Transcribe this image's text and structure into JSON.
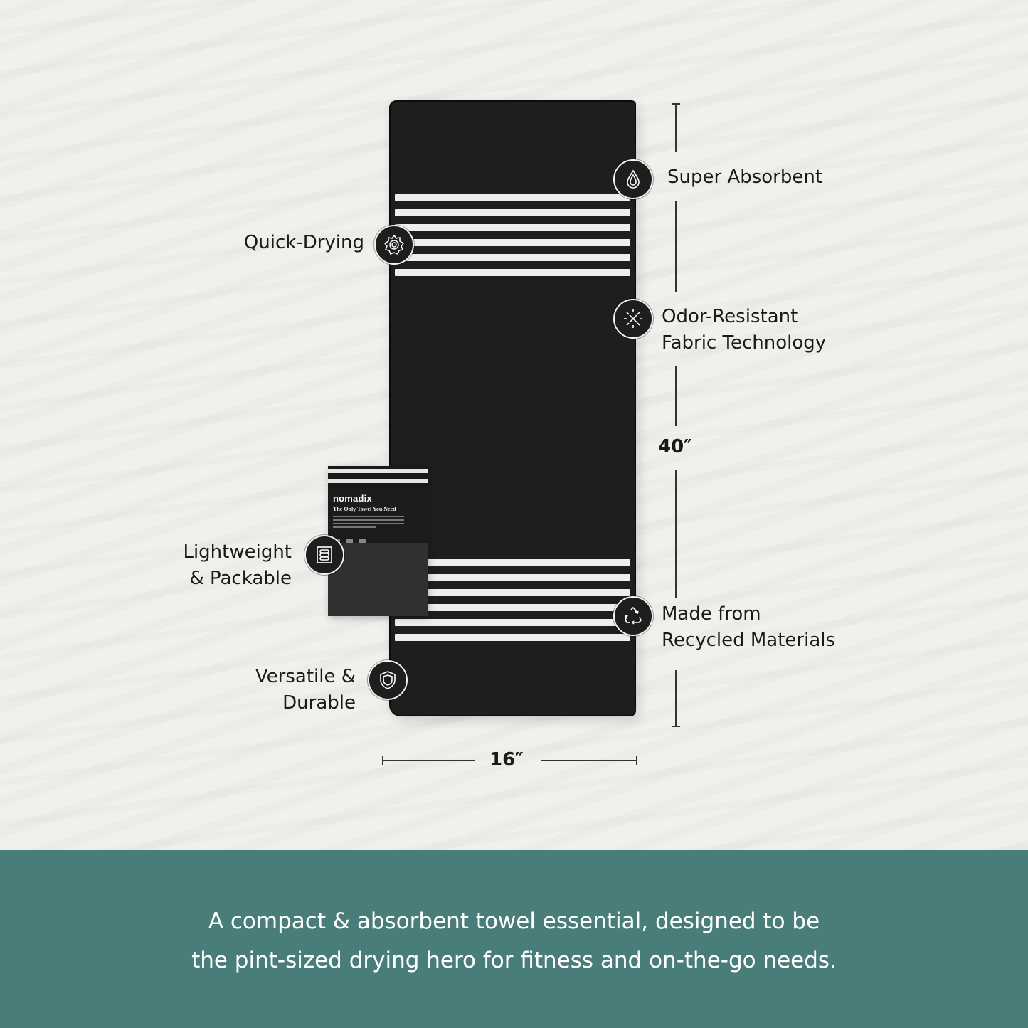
{
  "product": {
    "brand": "nomadix",
    "package_tagline": "The Only Towel You Need",
    "towel_color": "#1e1e1e",
    "stripe_color": "#eeeeea"
  },
  "features": [
    {
      "label": "Super Absorbent",
      "icon": "water-drop-icon"
    },
    {
      "label": "Quick-Drying",
      "icon": "sun-burst-icon"
    },
    {
      "label_line1": "Odor-Resistant",
      "label_line2": "Fabric Technology",
      "icon": "odor-x-icon"
    },
    {
      "label_line1": "Lightweight",
      "label_line2": "& Packable",
      "icon": "folded-layers-icon"
    },
    {
      "label_line1": "Made from",
      "label_line2": "Recycled Materials",
      "icon": "recycle-icon"
    },
    {
      "label_line1": "Versatile &",
      "label_line2": "Durable",
      "icon": "shield-icon"
    }
  ],
  "dimensions": {
    "height": "40″",
    "width": "16″"
  },
  "footer": {
    "line1": "A compact & absorbent towel essential, designed to be",
    "line2": "the pint-sized drying hero for fitness and on-the-go needs.",
    "background": "#487d7a"
  }
}
